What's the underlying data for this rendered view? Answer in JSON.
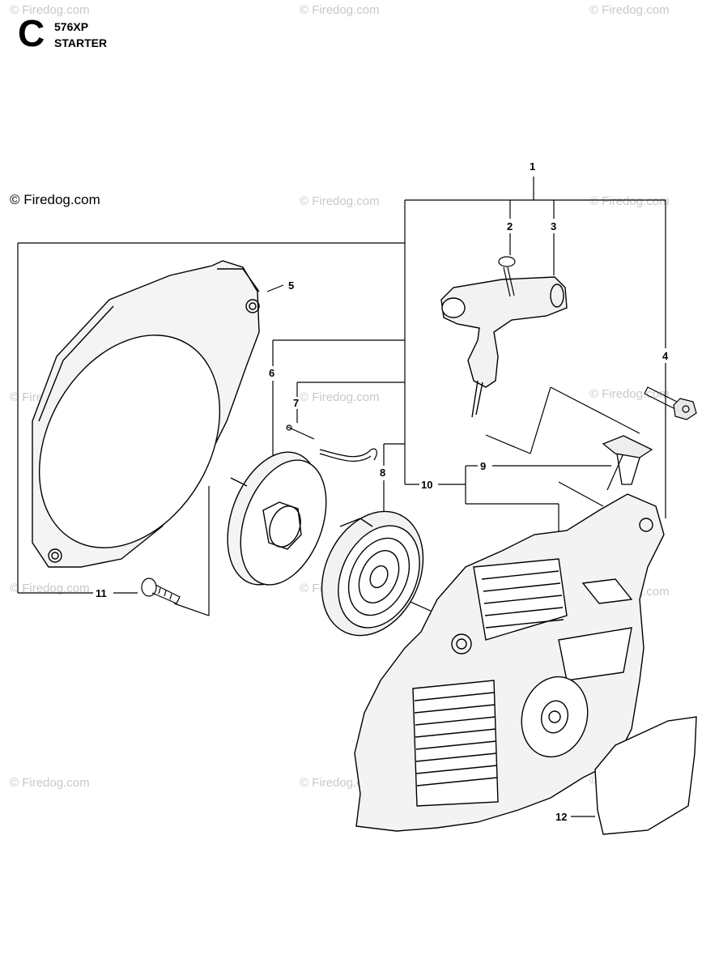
{
  "header": {
    "section_letter": "C",
    "model": "576XP",
    "title": "STARTER"
  },
  "copyright": "© Firedog.com",
  "watermark_text": "© Firedog.com",
  "callouts": [
    "1",
    "2",
    "3",
    "4",
    "5",
    "6",
    "7",
    "8",
    "9",
    "10",
    "11",
    "12"
  ],
  "colors": {
    "line": "#000000",
    "watermark": "#c8c8c8",
    "background": "#ffffff"
  }
}
